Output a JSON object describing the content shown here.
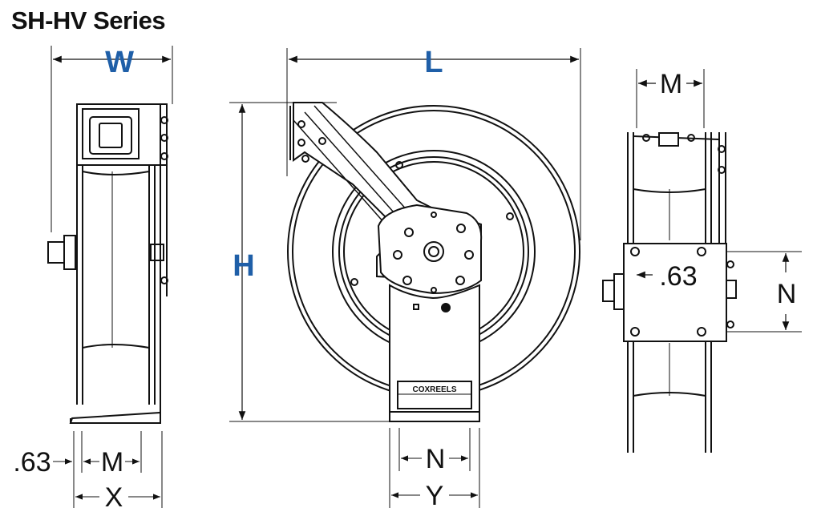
{
  "title": "SH-HV Series",
  "colors": {
    "accent": "#1f5fa8",
    "line": "#111111"
  },
  "labels": {
    "W": "W",
    "L": "L",
    "H": "H",
    "M_right": "M",
    "dot63_right": ".63",
    "N_right": "N",
    "dot63_left": ".63",
    "M_left": "M",
    "X": "X",
    "N_bottom": "N",
    "Y": "Y"
  },
  "brand": "COXREELS"
}
